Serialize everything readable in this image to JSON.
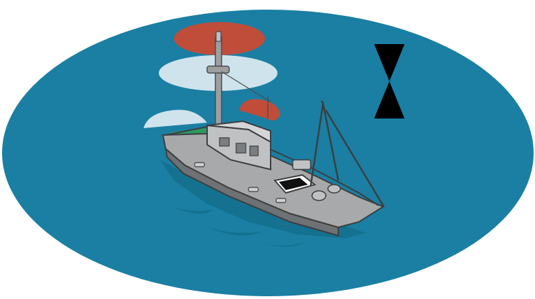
{
  "scene": {
    "subject": "trawler-fishing-vessel",
    "signal_shape": "two-cones-points-together",
    "light_states": {
      "masthead_top": "red",
      "masthead_lower": "white",
      "sidelight": "red",
      "stern_light": "white",
      "starboard_sector": "green"
    }
  },
  "colors": {
    "background": "#ffffff",
    "sea": "#1a7fa3",
    "light_red": "#bf4d3a",
    "light_white": "#cfe3ec",
    "light_green": "#2f9a60",
    "hull": "#a7a9ab",
    "hull_dark": "#6f7274",
    "signal": "#000000"
  },
  "icons": {
    "signal": "day-shape-cones-icon",
    "vessel": "trawler-icon"
  }
}
